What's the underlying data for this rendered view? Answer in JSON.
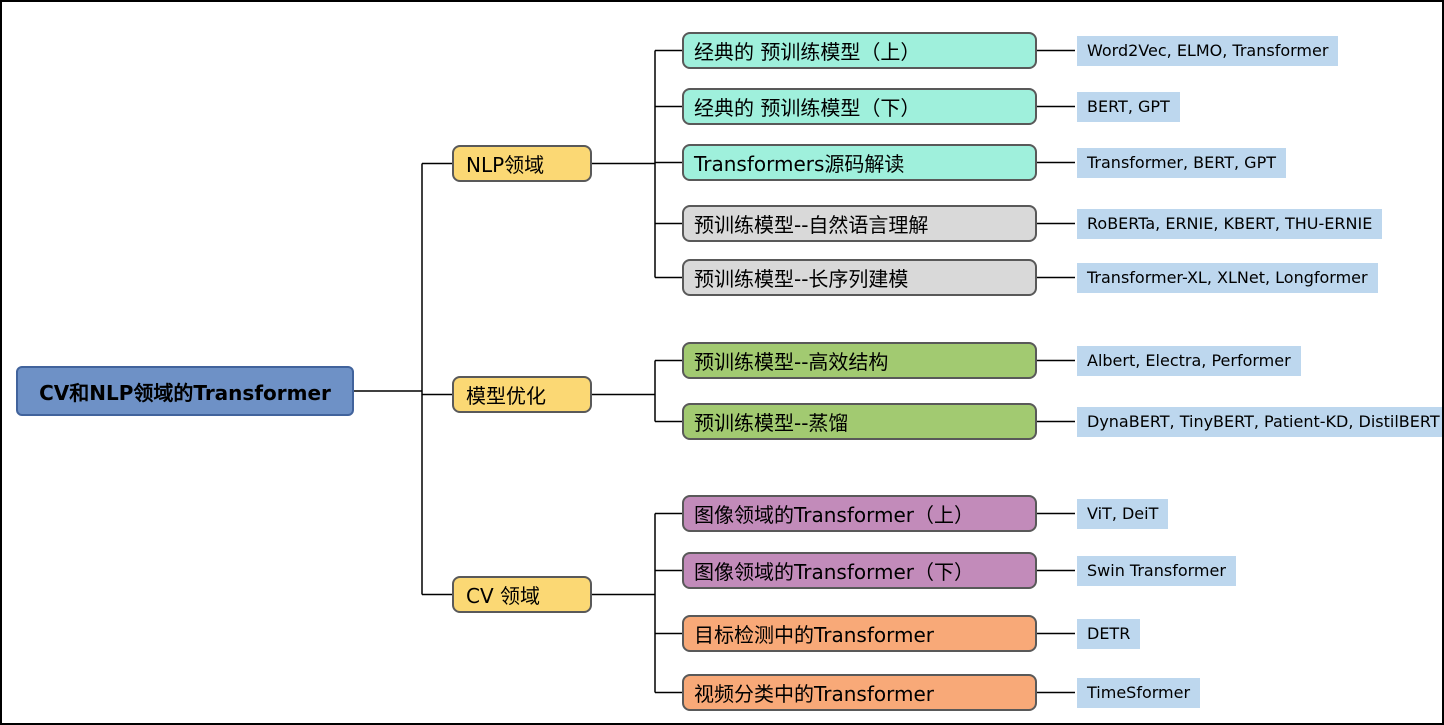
{
  "diagram": {
    "root": {
      "label": "CV和NLP领域的Transformer",
      "fill": "#6E91C6"
    },
    "branches": [
      {
        "label": "NLP领域",
        "fill": "#FBD874",
        "leaves": [
          {
            "label": "经典的 预训练模型（上）",
            "note": "Word2Vec, ELMO, Transformer",
            "color": "#9FF0DC"
          },
          {
            "label": "经典的 预训练模型（下）",
            "note": "BERT, GPT",
            "color": "#9FF0DC"
          },
          {
            "label": "Transformers源码解读",
            "note": "Transformer, BERT, GPT",
            "color": "#9FF0DC"
          },
          {
            "label": "预训练模型--自然语言理解",
            "note": "RoBERTa, ERNIE, KBERT, THU-ERNIE",
            "color": "#D9D9D9"
          },
          {
            "label": "预训练模型--长序列建模",
            "note": "Transformer-XL, XLNet, Longformer",
            "color": "#D9D9D9"
          }
        ]
      },
      {
        "label": "模型优化",
        "fill": "#FBD874",
        "leaves": [
          {
            "label": "预训练模型--高效结构",
            "note": "Albert, Electra, Performer",
            "color": "#A2CA71"
          },
          {
            "label": "预训练模型--蒸馏",
            "note": "DynaBERT, TinyBERT, Patient-KD, DistilBERT",
            "color": "#A2CA71"
          }
        ]
      },
      {
        "label": "CV 领域",
        "fill": "#FBD874",
        "leaves": [
          {
            "label": "图像领域的Transformer（上）",
            "note": "ViT, DeiT",
            "color": "#C28BBA"
          },
          {
            "label": "图像领域的Transformer（下）",
            "note": "Swin Transformer",
            "color": "#C28BBA"
          },
          {
            "label": "目标检测中的Transformer",
            "note": "DETR",
            "color": "#F8A978"
          },
          {
            "label": "视频分类中的Transformer",
            "note": "TimeSformer",
            "color": "#F8A978"
          }
        ]
      }
    ],
    "colors": {
      "root_fill": "#6E91C6",
      "branch_fill": "#FBD874",
      "note_fill": "#BDD7EE",
      "leaf_cyan": "#9FF0DC",
      "leaf_gray": "#D9D9D9",
      "leaf_green": "#A2CA71",
      "leaf_purple": "#C28BBA",
      "leaf_orange": "#F8A978",
      "line": "#000000"
    }
  }
}
